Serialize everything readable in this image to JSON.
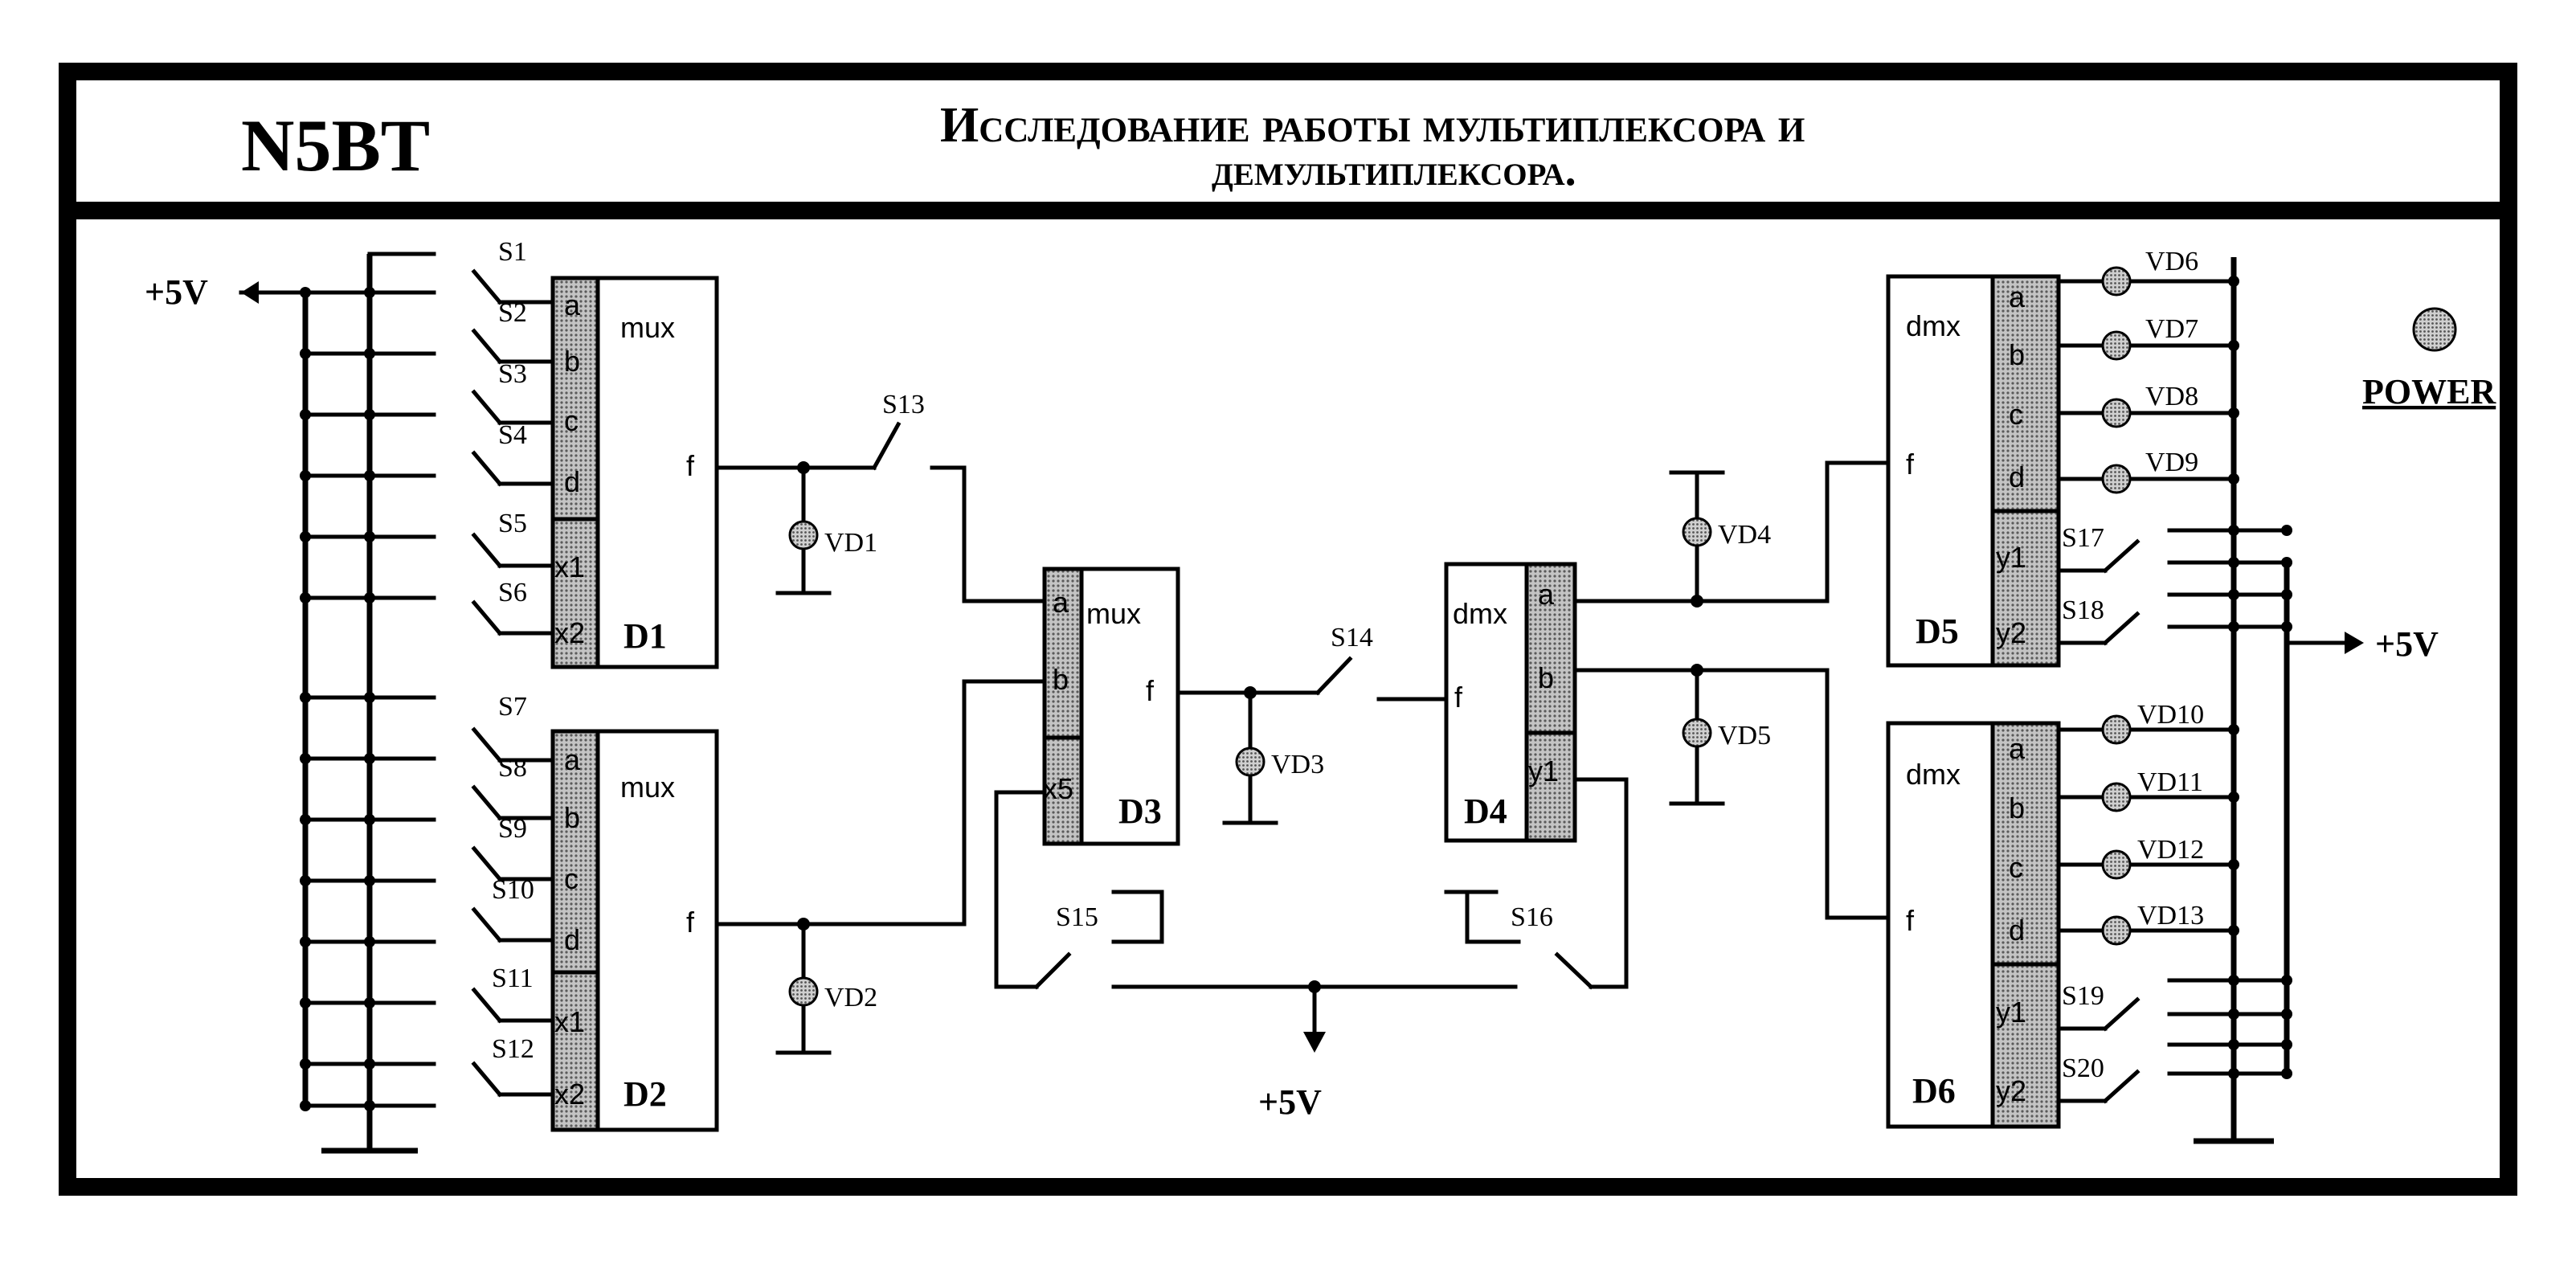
{
  "header": {
    "code": "N5BT",
    "title_line1": "Исследование работы мультиплексора и",
    "title_line2": "демультиплексора."
  },
  "supply": {
    "left": "+5V",
    "right": "+5V",
    "bottom": "+5V"
  },
  "power_label": "POWER",
  "switches": [
    "S1",
    "S2",
    "S3",
    "S4",
    "S5",
    "S6",
    "S7",
    "S8",
    "S9",
    "S10",
    "S11",
    "S12",
    "S13",
    "S14",
    "S15",
    "S16",
    "S17",
    "S18",
    "S19",
    "S20"
  ],
  "leds": [
    "VD1",
    "VD2",
    "VD3",
    "VD4",
    "VD5",
    "VD6",
    "VD7",
    "VD8",
    "VD9",
    "VD10",
    "VD11",
    "VD12",
    "VD13"
  ],
  "chips": {
    "D1": {
      "name": "D1",
      "type": "mux",
      "pins": [
        "a",
        "b",
        "c",
        "d",
        "x1",
        "x2"
      ],
      "out": "f"
    },
    "D2": {
      "name": "D2",
      "type": "mux",
      "pins": [
        "a",
        "b",
        "c",
        "d",
        "x1",
        "x2"
      ],
      "out": "f"
    },
    "D3": {
      "name": "D3",
      "type": "mux",
      "pins": [
        "a",
        "b",
        "x5"
      ],
      "out": "f"
    },
    "D4": {
      "name": "D4",
      "type": "dmx",
      "pins": [
        "a",
        "b",
        "y1"
      ],
      "in": "f"
    },
    "D5": {
      "name": "D5",
      "type": "dmx",
      "pins": [
        "a",
        "b",
        "c",
        "d",
        "y1",
        "y2"
      ],
      "in": "f"
    },
    "D6": {
      "name": "D6",
      "type": "dmx",
      "pins": [
        "a",
        "b",
        "c",
        "d",
        "y1",
        "y2"
      ],
      "in": "f"
    }
  },
  "colors": {
    "ink": "#000000",
    "pin_shade": "#9a9a9a",
    "led_fill": "#a8a8a8",
    "background": "#ffffff"
  }
}
